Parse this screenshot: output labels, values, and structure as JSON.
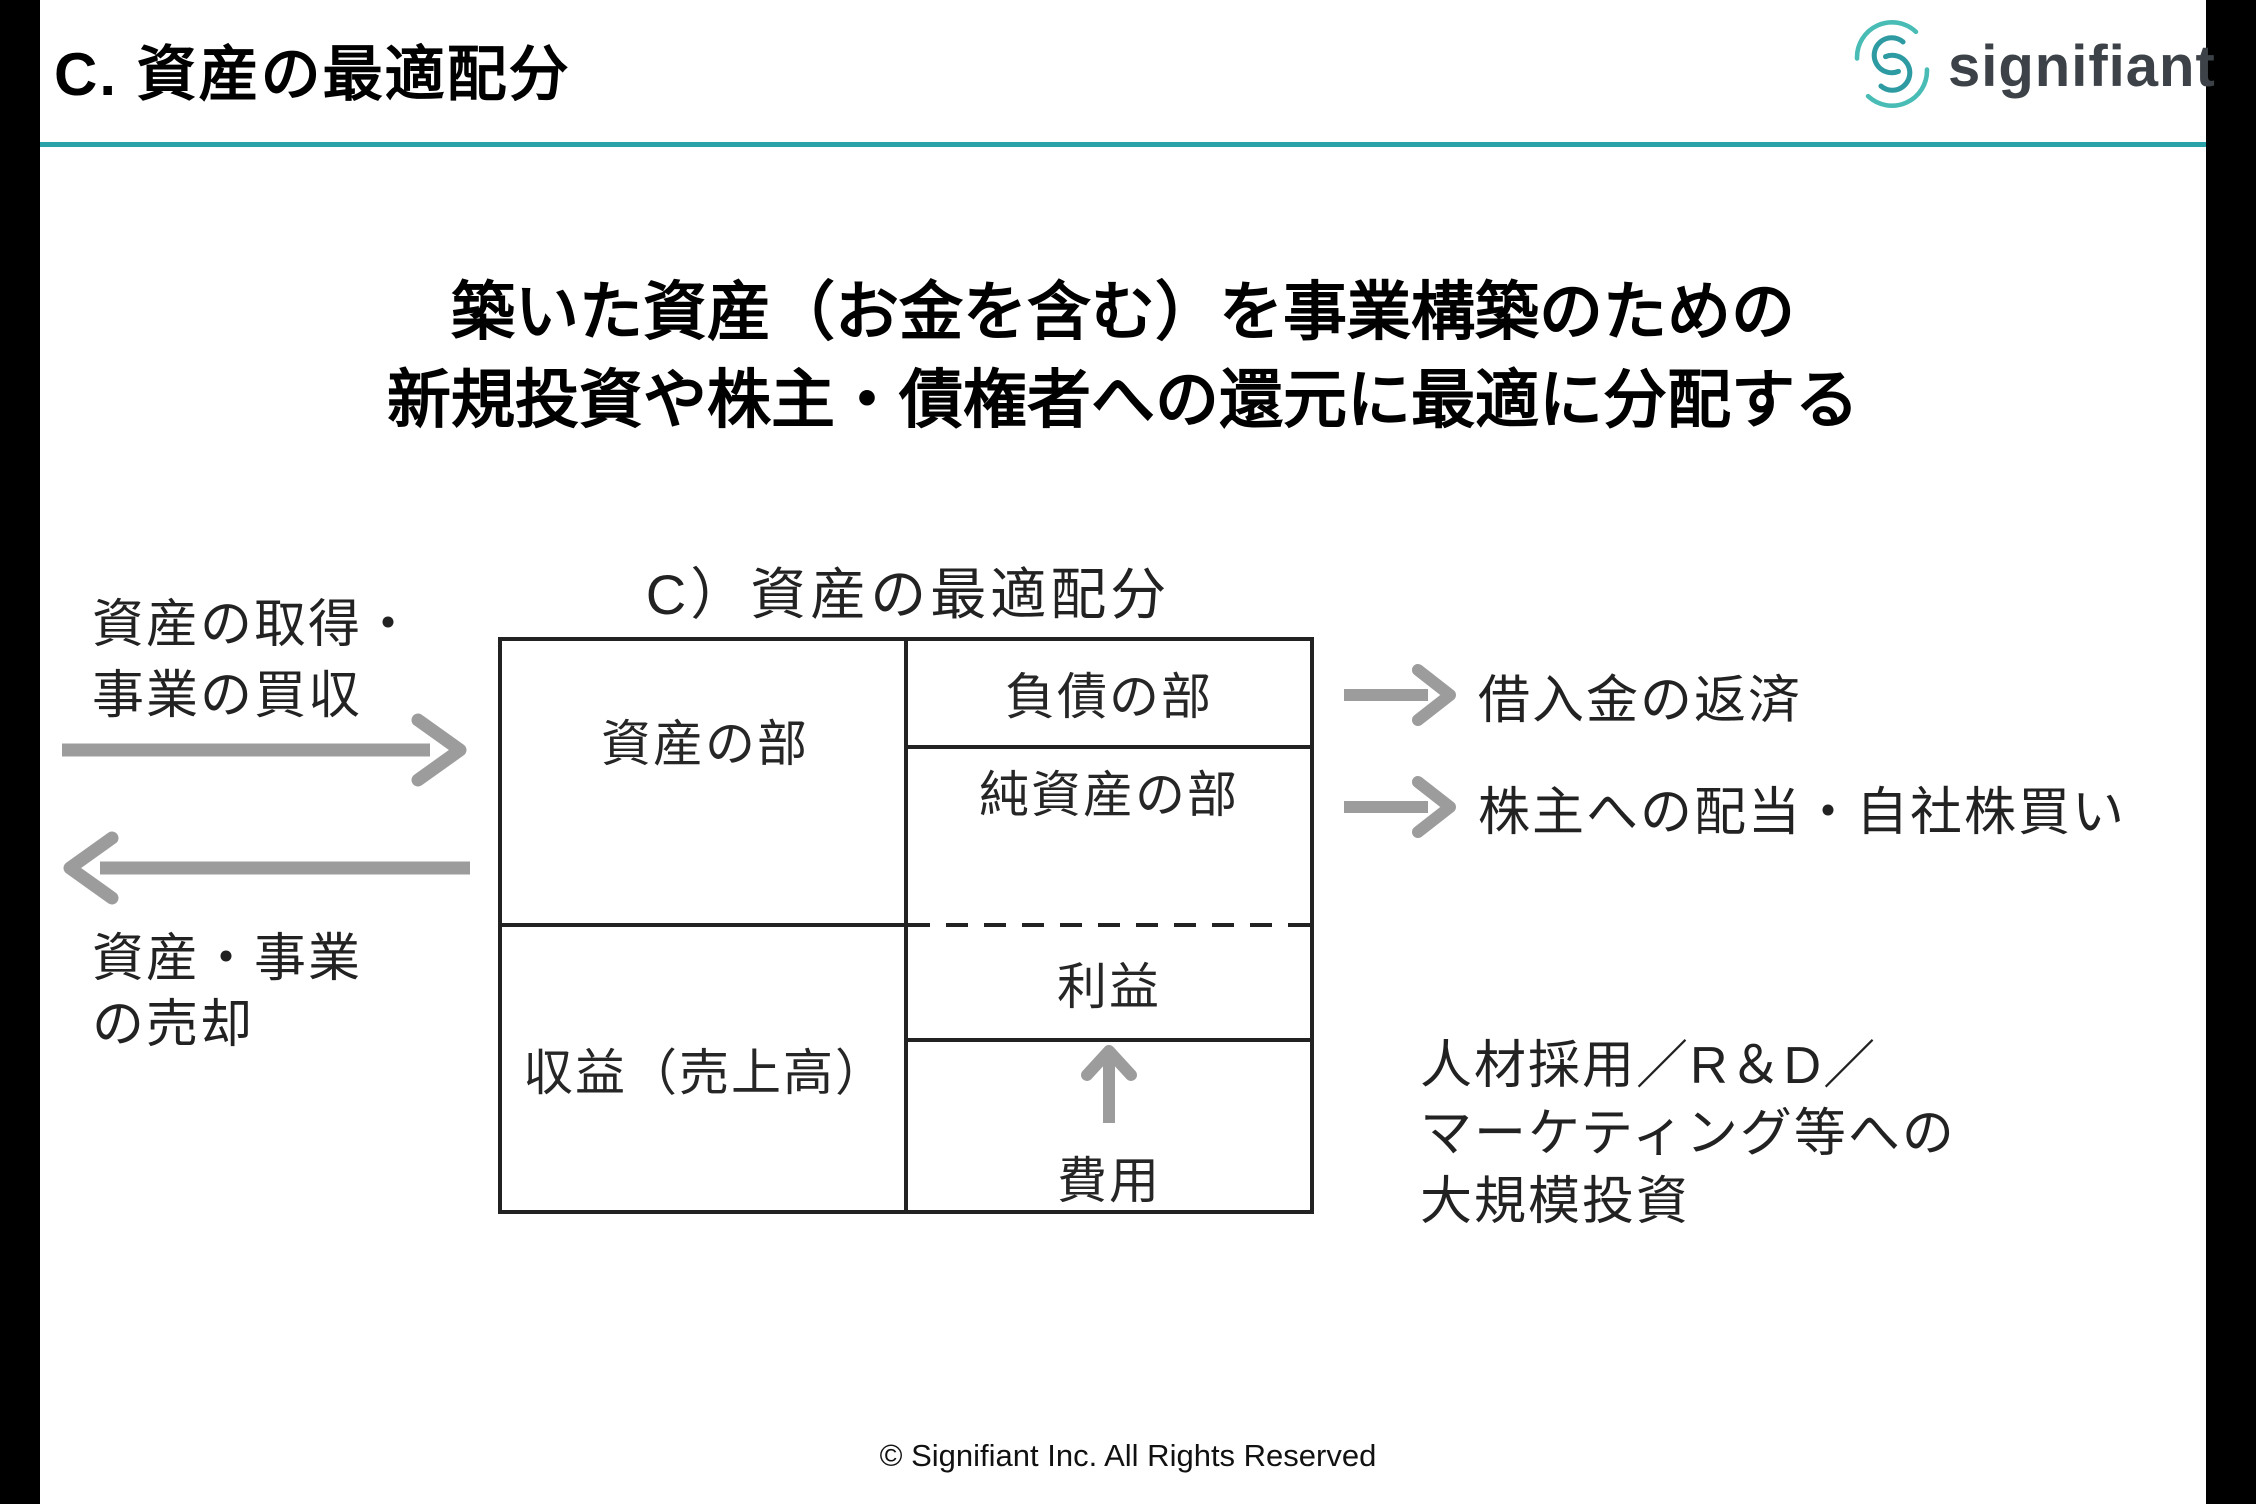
{
  "header": {
    "title": "C. 資産の最適配分",
    "logo_text": "signifiant"
  },
  "lead": {
    "line1": "築いた資産（お金を含む）を事業構築のための",
    "line2": "新規投資や株主・債権者への還元に最適に分配する"
  },
  "diagram": {
    "title": "C）資産の最適配分",
    "box": {
      "assets": "資産の部",
      "liabilities": "負債の部",
      "net_assets": "純資産の部",
      "profit": "利益",
      "expenses": "費用",
      "revenue": "収益（売上高）"
    },
    "left": {
      "acquisition_line1": "資産の取得・",
      "acquisition_line2": "事業の買収",
      "sale_line1": "資産・事業",
      "sale_line2": "の売却"
    },
    "right": {
      "debt_repayment": "借入金の返済",
      "dividend_buyback": "株主への配当・自社株買い",
      "investment_line1": "人材採用／R＆D／",
      "investment_line2": "マーケティング等への",
      "investment_line3": "大規模投資"
    }
  },
  "footer": {
    "copyright": "© Signifiant Inc. All Rights Reserved"
  },
  "colors": {
    "accent_teal": "#2ba2a7",
    "arrow_gray": "#9c9c9c",
    "edge_band_black": "#000000",
    "logo_teal": "#43b9b2",
    "logo_text_gray": "#3c4247"
  }
}
